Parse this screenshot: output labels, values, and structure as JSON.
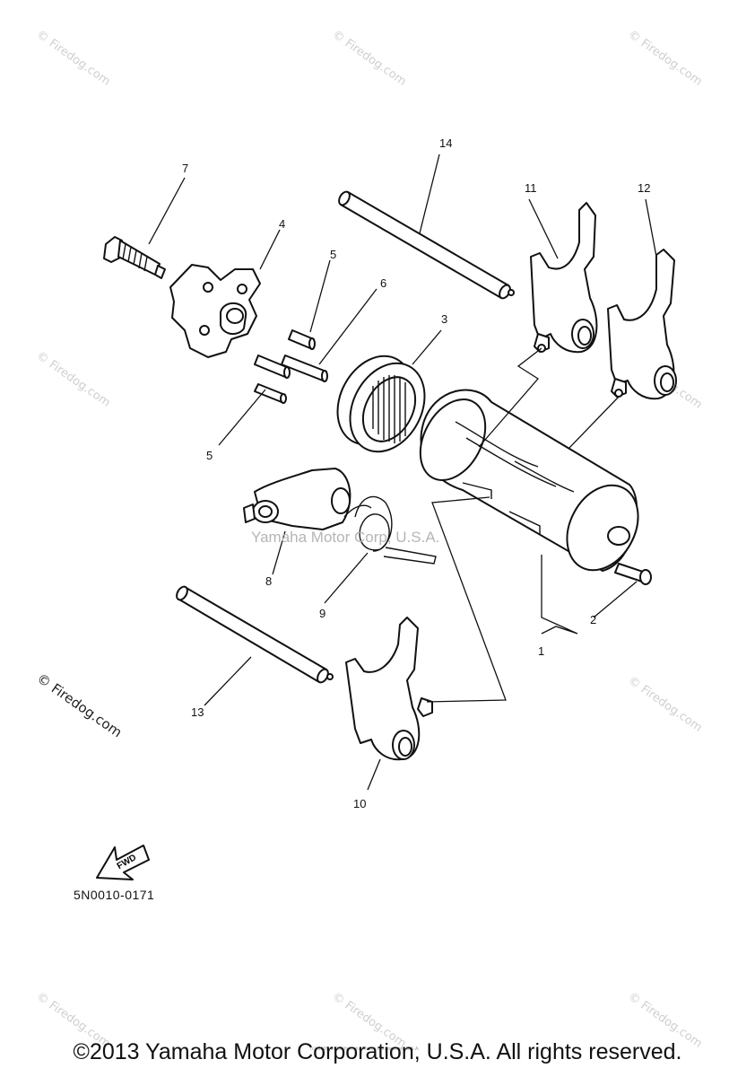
{
  "callouts": {
    "c1": "1",
    "c2": "2",
    "c3": "3",
    "c4": "4",
    "c5a": "5",
    "c5b": "5",
    "c6": "6",
    "c7": "7",
    "c8": "8",
    "c9": "9",
    "c10": "10",
    "c11": "11",
    "c12": "12",
    "c13": "13",
    "c14": "14"
  },
  "overlay_text": "Yamaha Motor Corp, U.S.A.",
  "fwd_label": "FWD",
  "diagram_code": "5N0010-0171",
  "watermark": "© Firedog.com",
  "fine_print": "(c) 2005-2015 Yamaha Motor Corporation, U.S.A.",
  "copyright": "©2013 Yamaha Motor Corporation, U.S.A. All rights reserved."
}
